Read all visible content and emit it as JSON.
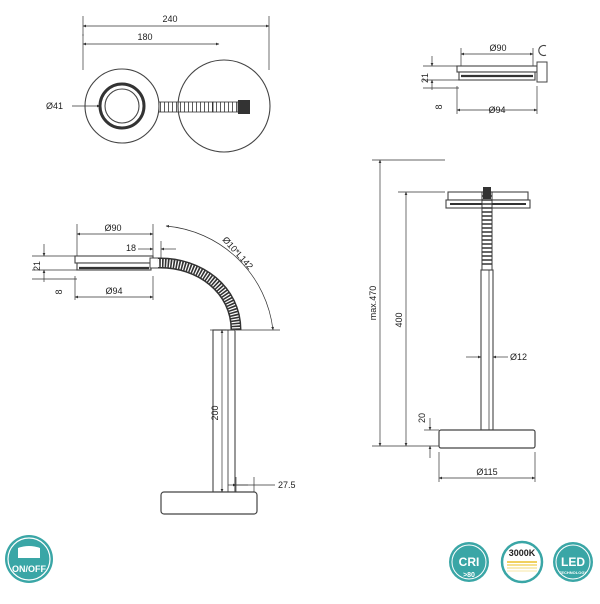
{
  "top_view": {
    "width_total": "240",
    "width_head": "180",
    "diameter_inner": "Ø41"
  },
  "side_head_small": {
    "diameter_top": "Ø90",
    "height": "21",
    "thickness": "8",
    "diameter_bottom": "Ø94"
  },
  "side_view": {
    "diameter_top": "Ø90",
    "offset": "18",
    "height": "21",
    "thickness": "8",
    "diameter_bottom": "Ø94",
    "arm": "Ø10*L142",
    "pole_height": "200",
    "base_height": "27.5"
  },
  "front_view": {
    "max_height": "max.470",
    "height": "400",
    "pole_diameter": "Ø12",
    "base_thickness": "20",
    "base_diameter": "Ø115"
  },
  "badges": {
    "onoff": "ON/OFF",
    "cri": "CRI",
    "cri_value": ">80",
    "cct": "3000K",
    "led": "LED",
    "led_sub": "TECHNOLOGY"
  },
  "colors": {
    "badge": "#3aa6a6"
  }
}
